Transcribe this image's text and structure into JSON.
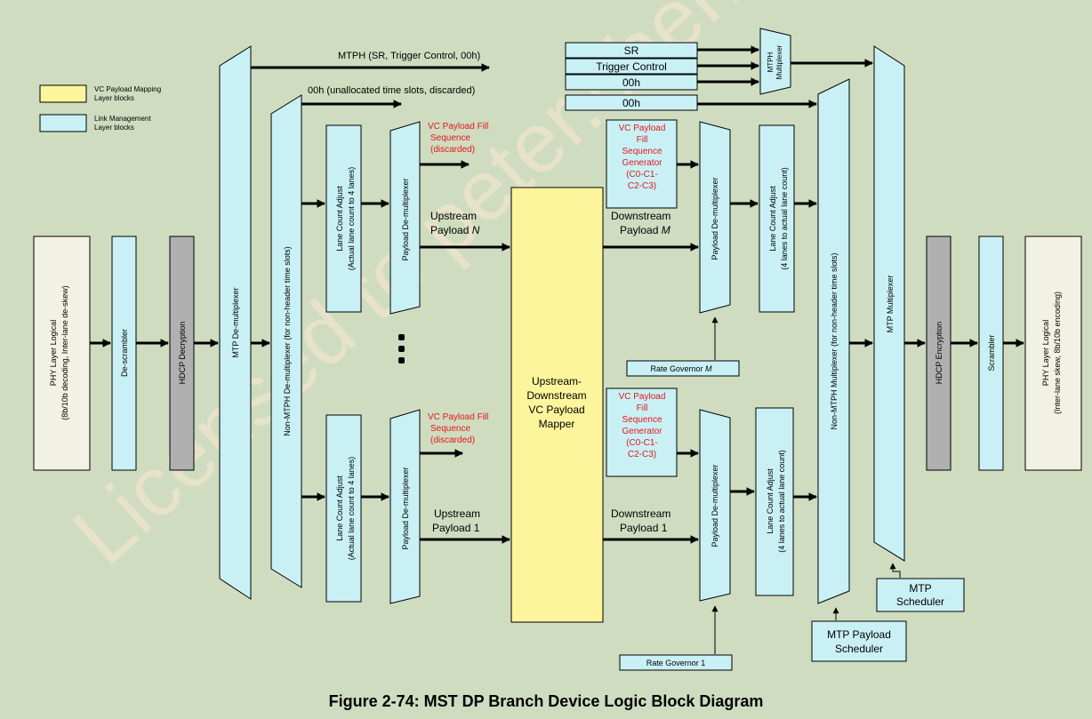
{
  "legend": {
    "vc_label_1": "VC Payload Mapping",
    "vc_label_2": "Layer blocks",
    "lm_label_1": "Link Management",
    "lm_label_2": "Layer blocks"
  },
  "blocks": {
    "phy_rx_1": "PHY Layer Logical",
    "phy_rx_2": "(8b/10b decoding, Inter-lane de-skew)",
    "descrambler": "De-scrambler",
    "hdcp_dec": "HDCP Decryption",
    "mtp_demux": "MTP De-multiplexer",
    "non_mtph_demux": "Non-MTPH De-multiplexer (for non-header time slots)",
    "lane_adj_in_1": "Lane Count Adjust",
    "lane_adj_in_2": "(Actual lane count to 4 lanes)",
    "payload_demux": "Payload De-multiplexer",
    "mapper_1": "Upstream-",
    "mapper_2": "Downstream",
    "mapper_3": "VC Payload",
    "mapper_4": "Mapper",
    "lane_adj_out_1": "Lane Count Adjust",
    "lane_adj_out_2": "(4 lanes to actual lane count)",
    "non_mtph_mux": "Non-MTPH Multiplexer (for non-header time slots)",
    "mtp_mux": "MTP Multiplexer",
    "hdcp_enc": "HDCP Encryption",
    "scrambler": "Scrambler",
    "phy_tx_1": "PHY Layer Logical",
    "phy_tx_2": "(Inter-lane skew, 8b/10b encoding)",
    "mtph_mux_1": "MTPH",
    "mtph_mux_2": "Multiplexer",
    "sr": "SR",
    "trigger_control": "Trigger Control",
    "zero_h_1": "00h",
    "zero_h_2": "00h",
    "mtp_scheduler_1": "MTP",
    "mtp_scheduler_2": "Scheduler",
    "mtp_payload_scheduler_1": "MTP Payload",
    "mtp_payload_scheduler_2": "Scheduler",
    "rate_governor_m_1": "Rate Governor ",
    "rate_governor_m_2": "M",
    "rate_governor_1": "Rate Governor 1"
  },
  "signals": {
    "mtph_top": "MTPH (SR, Trigger Control, 00h)",
    "zero_unalloc": "00h (unallocated time slots, discarded)",
    "upstream_1": "Upstream",
    "upstream_payload_n_1": "Payload ",
    "upstream_payload_n_2": "N",
    "downstream_1": "Downstream",
    "downstream_payload_m_1": "Payload ",
    "downstream_payload_m_2": "M",
    "upstream_payload_1": "Payload 1",
    "downstream_payload_1": "Payload 1"
  },
  "annotations": {
    "fill_discard_1": "VC Payload Fill",
    "fill_discard_2": "Sequence",
    "fill_discard_3": "(discarded)",
    "gen_1": "VC Payload",
    "gen_2": "Fill",
    "gen_3": "Sequence",
    "gen_4": "Generator",
    "gen_5": "(C0-C1-",
    "gen_6": "C2-C3)"
  },
  "watermark": "Licensed to   peter.chen@c",
  "caption": "Figure 2-74: MST DP Branch Device Logic Block Diagram",
  "colors": {
    "background": "#cfdcc0",
    "link_mgmt": "#c9f1f5",
    "vc_mapping": "#fdf59c",
    "hdcp": "#b0b0b0",
    "red_text": "#e4161b"
  }
}
